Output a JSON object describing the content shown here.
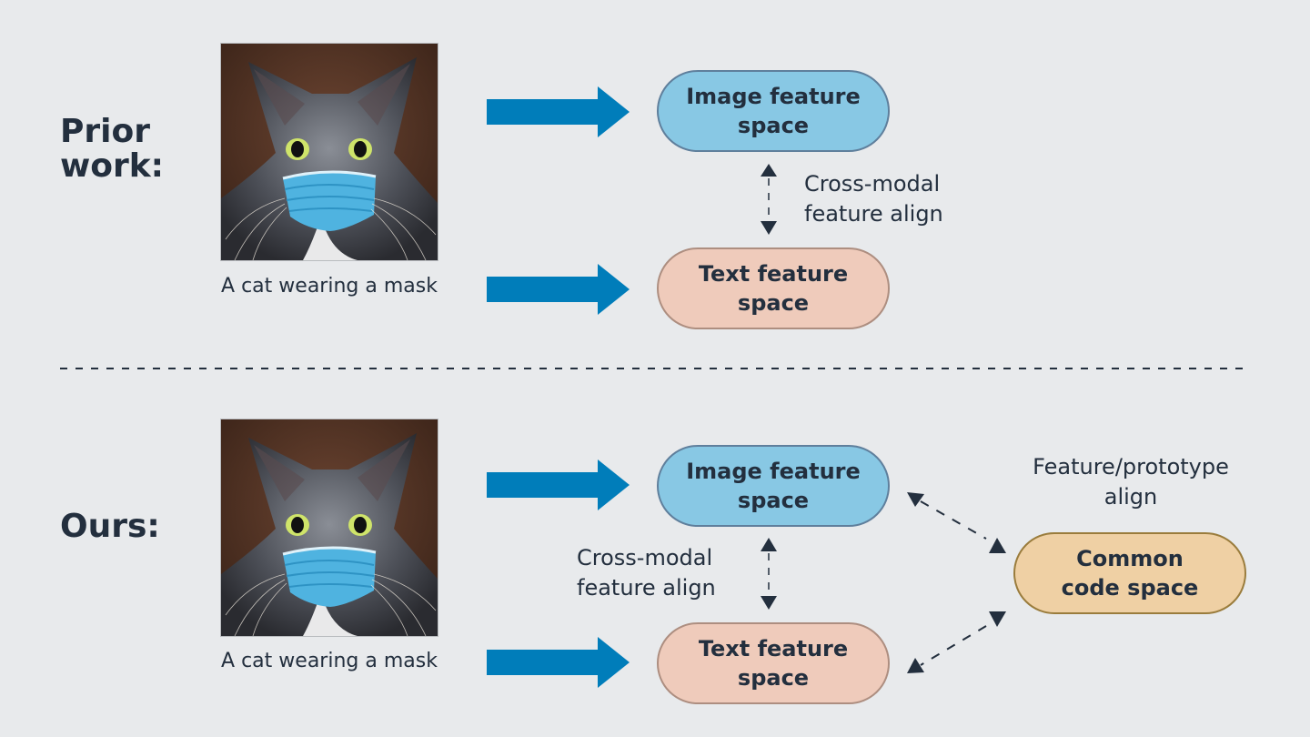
{
  "colors": {
    "background": "#e8eaec",
    "text": "#232f3e",
    "flow_arrow": "#007dba",
    "image_space_fill": "#88c8e4",
    "text_space_fill": "#efcbbb",
    "code_space_fill": "#efd0a4"
  },
  "top": {
    "label_lines": [
      "Prior",
      "work:"
    ],
    "image_alt": "Cat wearing a blue surgical mask",
    "caption": "A cat wearing a mask",
    "image_space": [
      "Image feature",
      "space"
    ],
    "text_space": [
      "Text feature",
      "space"
    ],
    "align_note": [
      "Cross-modal",
      "feature align"
    ]
  },
  "bottom": {
    "label": "Ours:",
    "image_alt": "Cat wearing a blue surgical mask",
    "caption": "A cat wearing a mask",
    "image_space": [
      "Image feature",
      "space"
    ],
    "text_space": [
      "Text feature",
      "space"
    ],
    "align_note": [
      "Cross-modal",
      "feature align"
    ],
    "code_space": [
      "Common",
      "code space"
    ],
    "proto_note": [
      "Feature/prototype",
      "align"
    ]
  }
}
